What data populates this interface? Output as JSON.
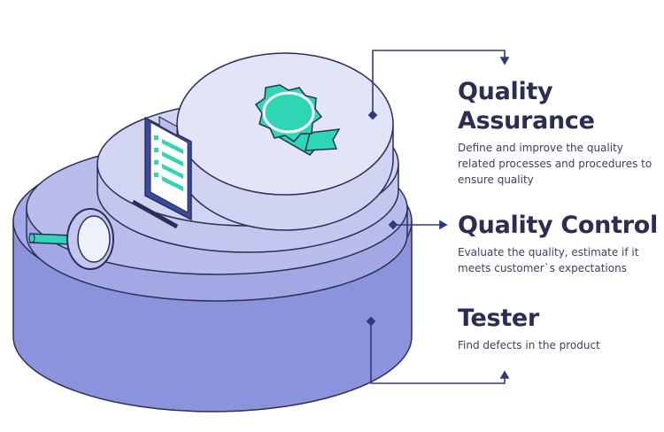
{
  "layers": [
    {
      "id": "quality-assurance",
      "title": "Quality Assurance",
      "description": "Define and improve the quality related processes and procedures to ensure quality"
    },
    {
      "id": "quality-control",
      "title": "Quality Control",
      "description": "Evaluate the quality, estimate if it meets customer`s expectations"
    },
    {
      "id": "tester",
      "title": "Tester",
      "description": "Find defects in the product"
    }
  ],
  "colors": {
    "connector": "#2f3a7a",
    "title_text": "#2b2e52",
    "bottom_tier": "#8c93dd",
    "middle_tier": "#b1b6e8",
    "top_tier": "#d5d8f3",
    "badge": "#2fd6b5",
    "outline": "#2c2f55"
  },
  "icons": [
    "award-badge-icon",
    "clipboard-checklist-icon",
    "magnifying-glass-icon"
  ]
}
